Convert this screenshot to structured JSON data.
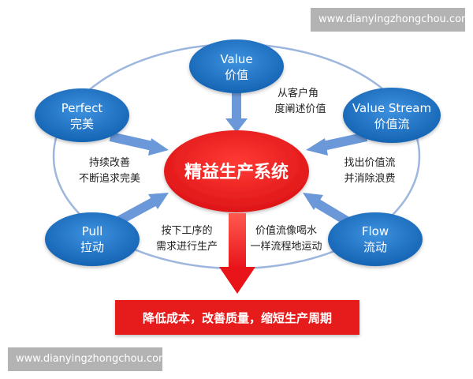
{
  "watermarks": {
    "top": "www.dianyingzhongchou.com",
    "bottom": "www.dianyingzhongchou.com"
  },
  "center": {
    "label": "精益生产系统"
  },
  "nodes": {
    "value": {
      "en": "Value",
      "zh": "价值"
    },
    "value_stream": {
      "en": "Value Stream",
      "zh": "价值流"
    },
    "flow": {
      "en": "Flow",
      "zh": "流动"
    },
    "pull": {
      "en": "Pull",
      "zh": "拉动"
    },
    "perfect": {
      "en": "Perfect",
      "zh": "完美"
    }
  },
  "annotations": {
    "value": [
      "从客户角",
      "度阐述价值"
    ],
    "value_stream": [
      "找出价值流",
      "并消除浪费"
    ],
    "flow": [
      "价值流像喝水",
      "一样流程地运动"
    ],
    "pull": [
      "按下工序的",
      "需求进行生产"
    ],
    "perfect": [
      "持续改善",
      "不断追求完美"
    ]
  },
  "result": {
    "label": "降低成本，改善质量，缩短生产周期"
  },
  "colors": {
    "node_blue": "#1e74c6",
    "arrow_blue": "#6b98d8",
    "ring": "#9cb6de",
    "center_red": "#e8141a",
    "result_red": "#e61e1e"
  }
}
